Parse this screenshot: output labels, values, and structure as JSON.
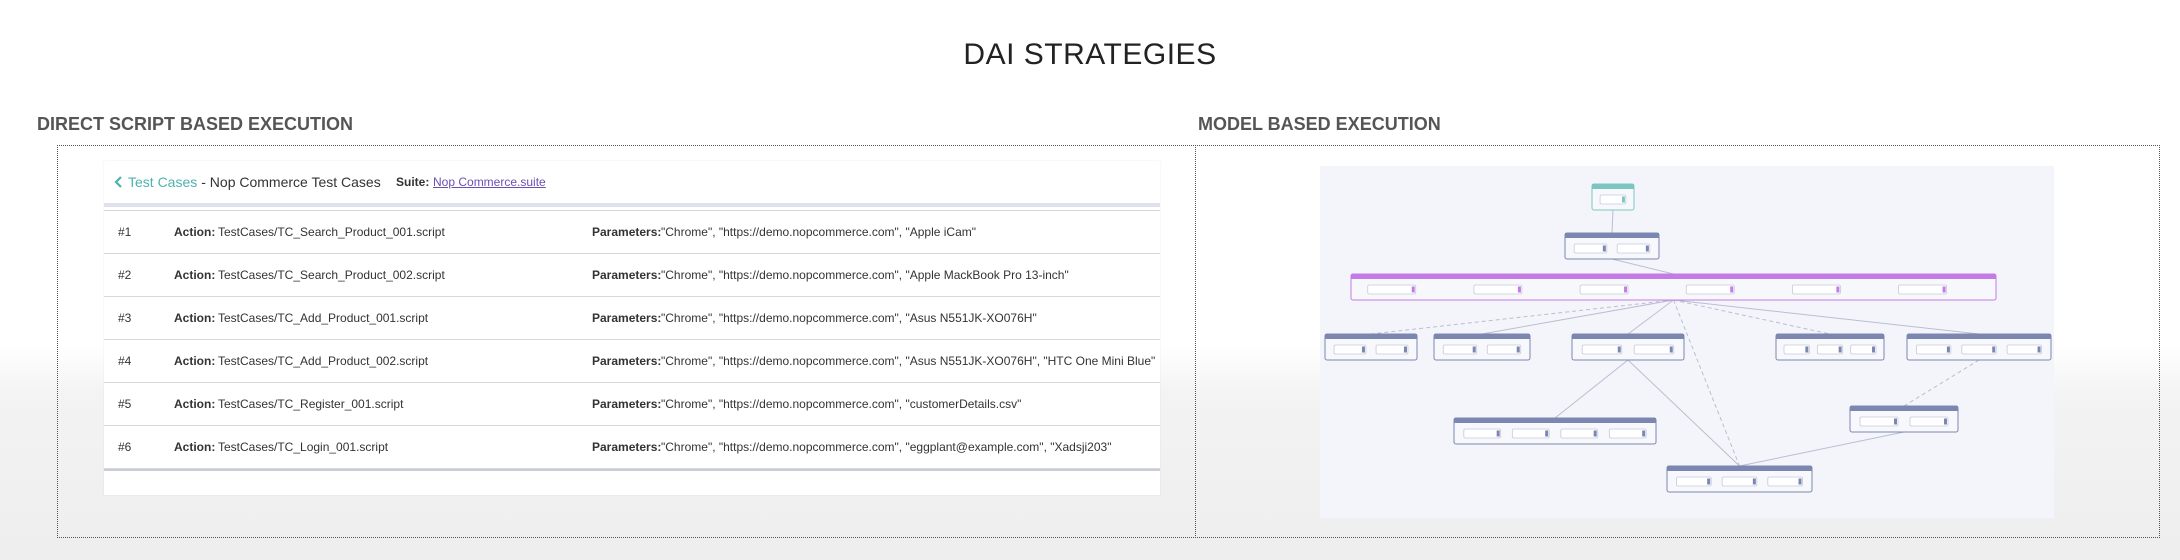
{
  "page": {
    "title": "DAI STRATEGIES",
    "left_heading": "DIRECT SCRIPT BASED EXECUTION",
    "right_heading": "MODEL BASED EXECUTION"
  },
  "script_panel": {
    "back_label": "Test Cases",
    "title_suffix": " - Nop Commerce Test Cases",
    "suite_label": "Suite:",
    "suite_link": "Nop Commerce.suite",
    "action_label": "Action:",
    "parameters_label": "Parameters:",
    "rows": [
      {
        "num": "#1",
        "action": "TestCases/TC_Search_Product_001.script",
        "params": "\"Chrome\", \"https://demo.nopcommerce.com\", \"Apple iCam\""
      },
      {
        "num": "#2",
        "action": "TestCases/TC_Search_Product_002.script",
        "params": "\"Chrome\", \"https://demo.nopcommerce.com\", \"Apple MackBook Pro 13-inch\""
      },
      {
        "num": "#3",
        "action": "TestCases/TC_Add_Product_001.script",
        "params": "\"Chrome\", \"https://demo.nopcommerce.com\", \"Asus N551JK-XO076H\""
      },
      {
        "num": "#4",
        "action": "TestCases/TC_Add_Product_002.script",
        "params": "\"Chrome\", \"https://demo.nopcommerce.com\", \"Asus N551JK-XO076H\", \"HTC One Mini Blue\""
      },
      {
        "num": "#5",
        "action": "TestCases/TC_Register_001.script",
        "params": "\"Chrome\", \"https://demo.nopcommerce.com\", \"customerDetails.csv\""
      },
      {
        "num": "#6",
        "action": "TestCases/TC_Login_001.script",
        "params": "\"Chrome\", \"https://demo.nopcommerce.com\", \"eggplant@example.com\", \"Xadsji203\""
      }
    ]
  },
  "model_panel": {
    "colors": {
      "start": "#7cc6c1",
      "state": "#7b86b1",
      "hub": "#c37be6",
      "edge": "#b9bed3"
    }
  }
}
